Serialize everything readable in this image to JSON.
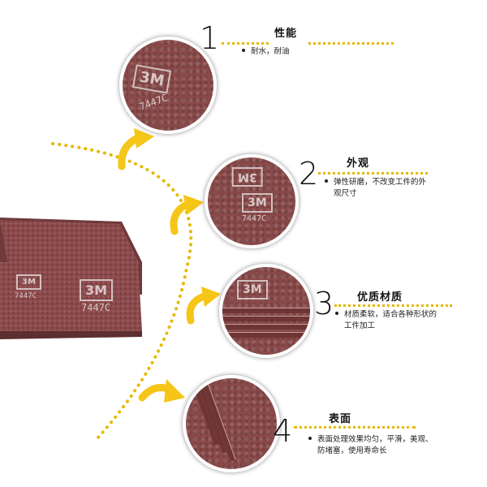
{
  "features": [
    {
      "number": "1",
      "title": "性能",
      "desc_lines": [
        "耐水，耐油"
      ]
    },
    {
      "number": "2",
      "title": "外观",
      "desc_lines": [
        "弹性研磨，不改变工件的外",
        "观尺寸"
      ]
    },
    {
      "number": "3",
      "title": "优质材质",
      "desc_lines": [
        "材质柔软，适合各种形状的",
        "工件加工"
      ]
    },
    {
      "number": "4",
      "title": "表面",
      "desc_lines": [
        "表面处理效果均匀，平滑，美观、",
        "防堵塞，使用寿命长"
      ]
    }
  ],
  "product": {
    "brand": "3M",
    "model": "7447C"
  },
  "colors": {
    "accent": "#e6b800",
    "arrow": "#f5c518",
    "felt": "#8a4a4a"
  }
}
